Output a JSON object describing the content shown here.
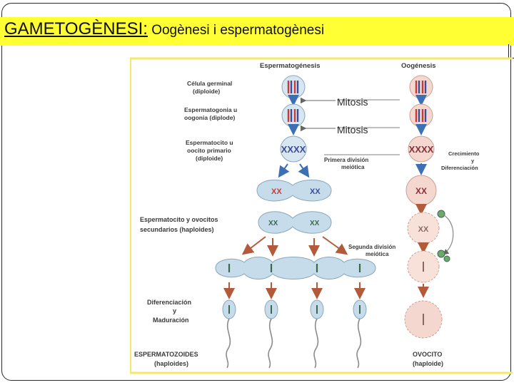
{
  "title": {
    "main": "GAMETOGÈNESI:",
    "sub": " Oogènesi i espermatogènesi"
  },
  "diagram": {
    "col_sperm": "Espermatogénesis",
    "col_oo": "Oogénesis",
    "germ_1": "Célula germinal",
    "germ_2": "(diploide)",
    "sg_1": "Espermatogonia u",
    "sg_2": "oogonia (diplode)",
    "sc_1": "Espermatocito u",
    "sc_2": "oocito primario",
    "sc_3": "(diploide)",
    "mitosis_1": "Mitosis",
    "mitosis_2": "Mitosis",
    "first_div_1": "Primera división",
    "first_div_2": "meiótica",
    "growth_1": "Crecimiento",
    "growth_2": "y",
    "growth_3": "Diferenciación",
    "sec_1": "Espermatocito y ovocitos",
    "sec_2": "secundarios (haploides)",
    "second_div_1": "Segunda división",
    "second_div_2": "meiótica",
    "diff_1": "Diferenciación",
    "diff_2": "y",
    "diff_3": "Maduración",
    "sperm_1": "ESPERMATOZOIDES",
    "sperm_2": "(haploides)",
    "ovo_1": "OVOCITO",
    "ovo_2": "(haploide)"
  },
  "colors": {
    "title_bg": "#ffff33",
    "arrow_blue": "#3d6fb5",
    "arrow_brown": "#b25a3a",
    "cell_blue": "#c6dcea",
    "cell_pink": "#f4d8cf",
    "yellow_line": "#f5e96a"
  }
}
